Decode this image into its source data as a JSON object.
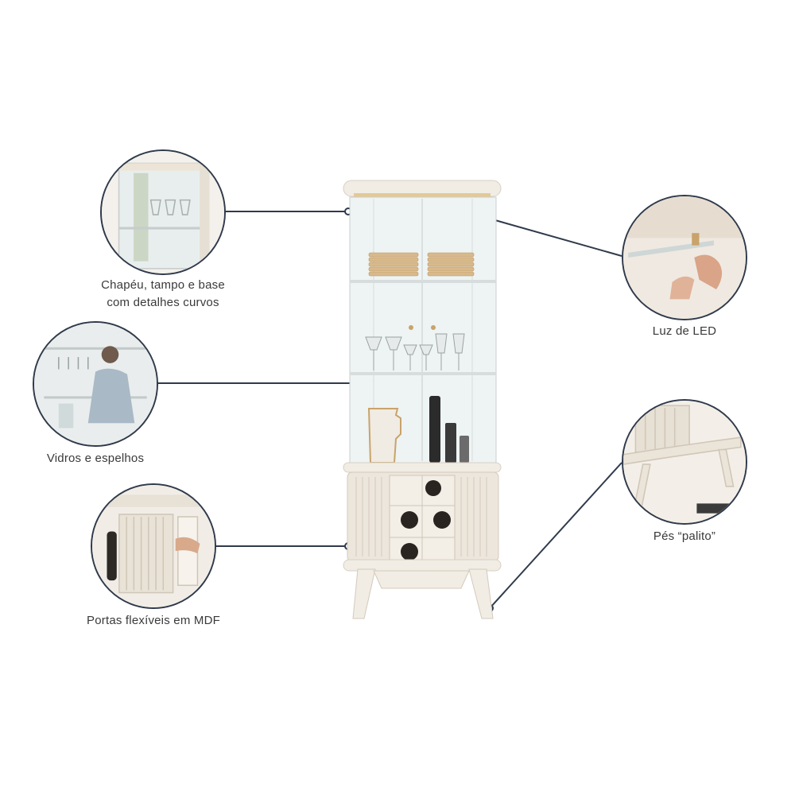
{
  "callouts": [
    {
      "id": "top",
      "label_lines": [
        "Chapéu, tampo e base",
        "com detalhes curvos"
      ]
    },
    {
      "id": "glass",
      "label_lines": [
        "Vidros e espelhos"
      ]
    },
    {
      "id": "doors",
      "label_lines": [
        "Portas flexíveis em MDF"
      ]
    },
    {
      "id": "led",
      "label_lines": [
        "Luz de LED"
      ]
    },
    {
      "id": "feet",
      "label_lines": [
        "Pés “palito”"
      ]
    }
  ],
  "colors": {
    "connector": "#2f3a4b",
    "cabinet_cream": "#ece6dc",
    "marble": "#f1ece4",
    "gold": "#c9a36a",
    "glass": "#eef3f3"
  }
}
